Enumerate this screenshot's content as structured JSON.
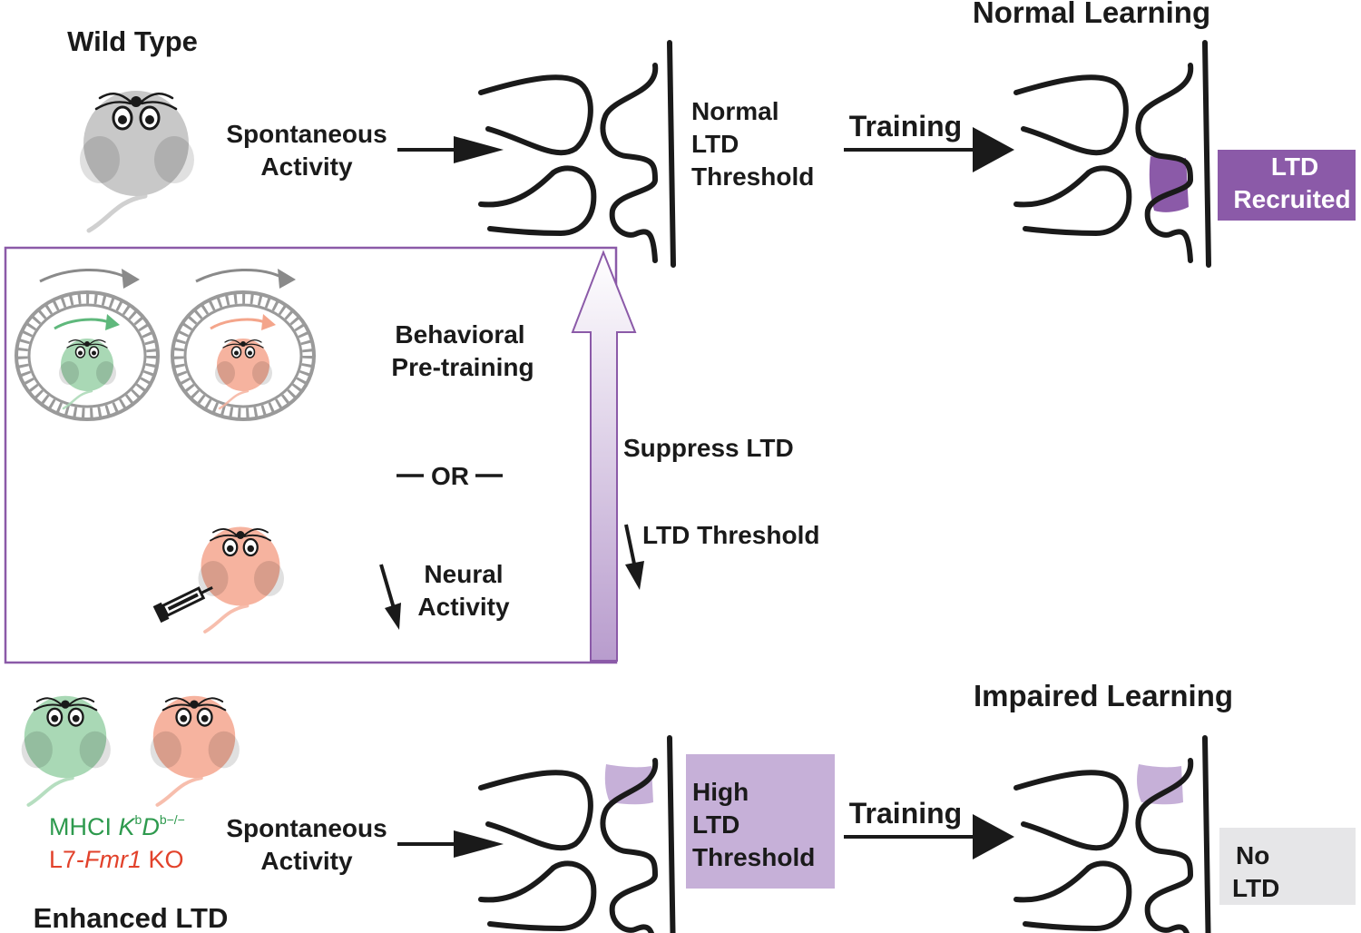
{
  "colors": {
    "ltd_purple": "#8b5aa8",
    "ltd_purple_light": "#c6b0d8",
    "mhci_green": "#2e9a4e",
    "fmr1_red": "#e2422b",
    "grey_box": "#e6e6e8",
    "mouse_grey": "#c8c8c8",
    "mouse_green": "#a9d8b5",
    "mouse_pink": "#f6b39f"
  },
  "top_row": {
    "genotype": "Wild Type",
    "input_line1": "Spontaneous",
    "input_line2": "Activity",
    "threshold_line1": "Normal",
    "threshold_line2": "LTD",
    "threshold_line3": "Threshold",
    "arrow_label": "Training",
    "outcome_title": "Normal Learning",
    "outcome_box_line1": "LTD",
    "outcome_box_line2": "Recruited"
  },
  "middle_box": {
    "pretraining_line1": "Behavioral",
    "pretraining_line2": "Pre-training",
    "or_label": "OR",
    "neural_line1": "Neural",
    "neural_line2": "Activity",
    "suppress_label": "Suppress LTD",
    "threshold_label": "LTD Threshold"
  },
  "bottom_row": {
    "genotype_1_prefix": "MHCI ",
    "genotype_1_K": "K",
    "genotype_1_K_sup": "b",
    "genotype_1_D": "D",
    "genotype_1_D_sup": "b−/−",
    "genotype_2_prefix": "L7-",
    "genotype_2_italic": "Fmr1",
    "genotype_2_suffix": " KO",
    "phenotype": "Enhanced LTD",
    "input_line1": "Spontaneous",
    "input_line2": "Activity",
    "threshold_line1": "High",
    "threshold_line2": "LTD",
    "threshold_line3": "Threshold",
    "arrow_label": "Training",
    "outcome_title": "Impaired Learning",
    "outcome_box_line1": "No",
    "outcome_box_line2": "LTD"
  },
  "icons": [
    "mouse-icon",
    "running-wheel-icon",
    "syringe-icon",
    "synapse-icon",
    "arrow-icon"
  ]
}
